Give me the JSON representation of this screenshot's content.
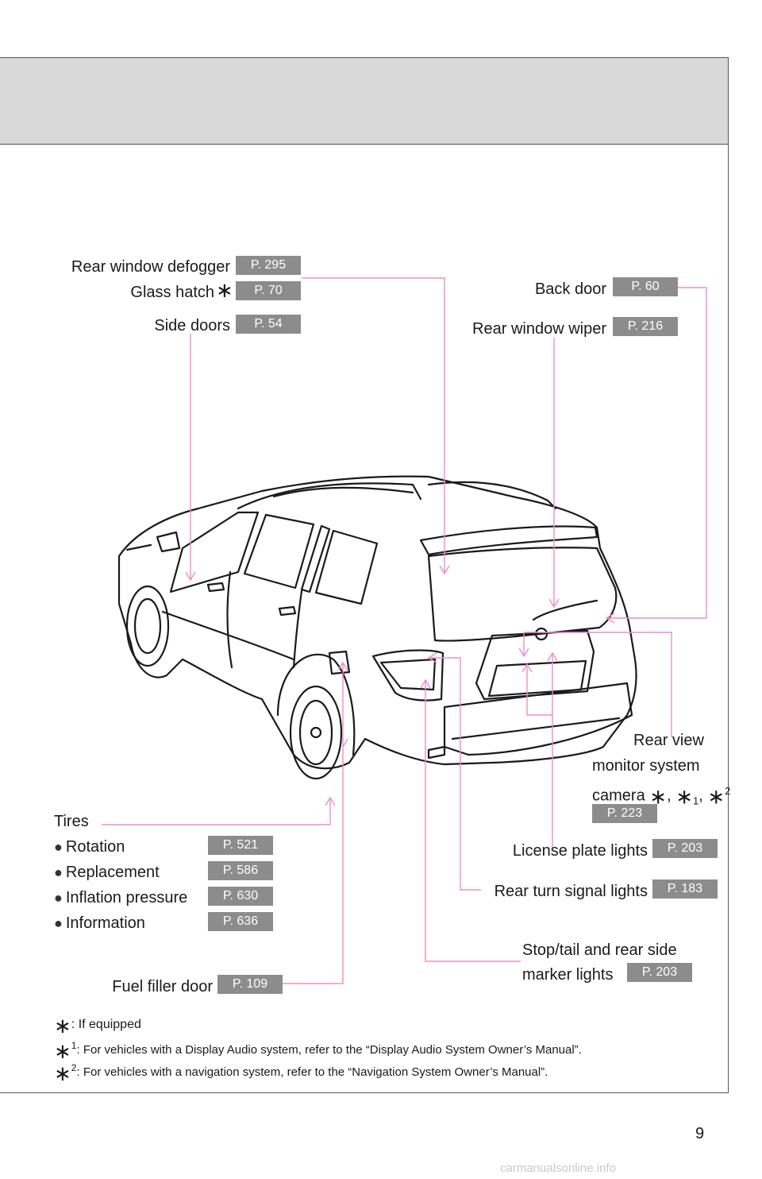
{
  "labels": {
    "rear_window_defogger": {
      "text": "Rear window defogger",
      "page": "P. 295"
    },
    "glass_hatch": {
      "text": "Glass hatch",
      "page": "P. 70"
    },
    "side_doors": {
      "text": "Side doors",
      "page": "P. 54"
    },
    "back_door": {
      "text": "Back door",
      "page": "P. 60"
    },
    "rear_window_wiper": {
      "text": "Rear window wiper",
      "page": "P. 216"
    },
    "rear_view_camera": {
      "line1": "Rear view",
      "line2": "monitor system",
      "line3": "camera",
      "page": "P. 223"
    },
    "license_plate_lights": {
      "text": "License plate lights",
      "page": "P. 203"
    },
    "rear_turn_signal_lights": {
      "text": "Rear turn signal lights",
      "page": "P. 183"
    },
    "stop_tail_lights": {
      "line1": "Stop/tail and rear side",
      "line2": "marker lights",
      "page": "P. 203"
    },
    "fuel_filler_door": {
      "text": "Fuel filler door",
      "page": "P. 109"
    },
    "tires": {
      "title": "Tires",
      "items": [
        {
          "text": "Rotation",
          "page": "P. 521"
        },
        {
          "text": "Replacement",
          "page": "P. 586"
        },
        {
          "text": "Inflation pressure",
          "page": "P. 630"
        },
        {
          "text": "Information",
          "page": "P. 636"
        }
      ]
    }
  },
  "footnotes": {
    "star": ": If equipped",
    "star1": ": For vehicles with a Display Audio system, refer to the “Display Audio System Owner’s Manual”.",
    "star2": ": For vehicles with a navigation system, refer to the “Navigation System Owner’s Manual”."
  },
  "page_number": "9",
  "watermark": "carmanualsonline.info",
  "colors": {
    "leader": "#f08ccc",
    "badge": "#8c8c8c",
    "header": "#d9d9d9"
  }
}
